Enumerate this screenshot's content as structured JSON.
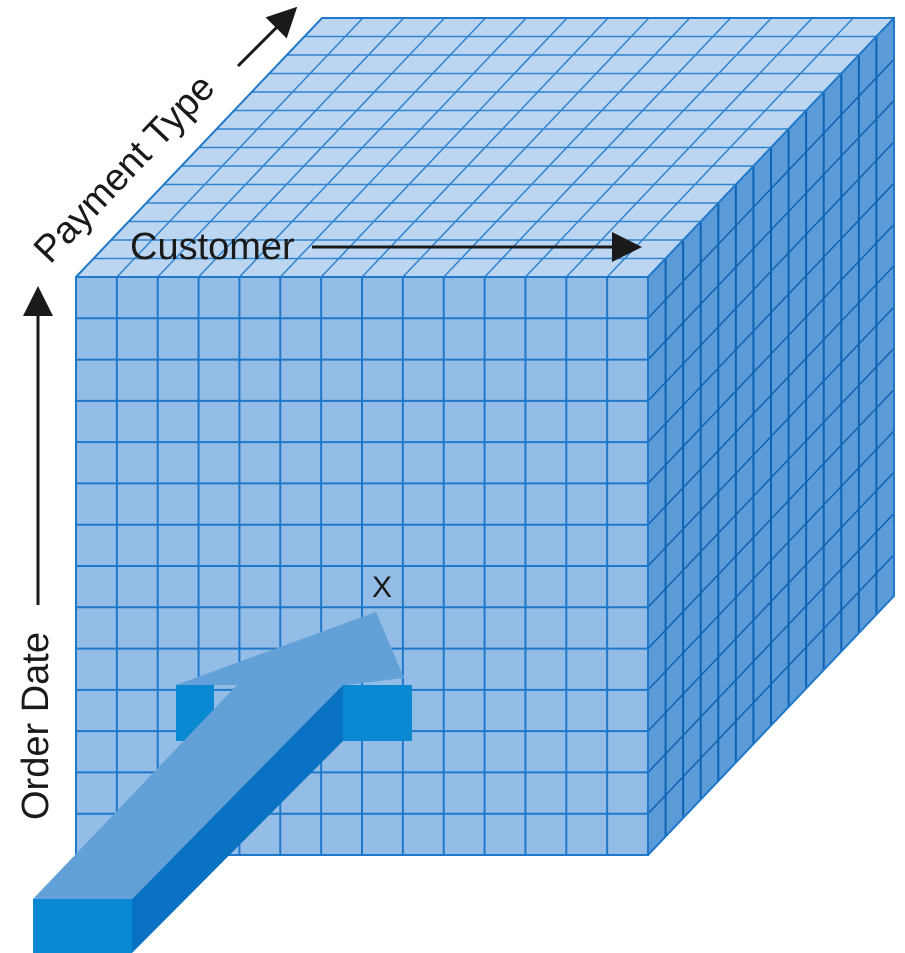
{
  "axes": {
    "payment_type": "Payment Type",
    "customer": "Customer",
    "order_date": "Order Date"
  },
  "marker": {
    "label": "X"
  },
  "colors": {
    "front_face": "#93bce6",
    "top_face": "#bcd6f1",
    "side_face": "#5b9bd8",
    "grid_front": "#1f78c9",
    "grid_top": "#2f83cf",
    "grid_side": "#0d63b3",
    "arrow_top": "#62a0d8",
    "arrow_side": "#0a72c2",
    "arrow_front": "#0a88d2",
    "text": "#1a1a1a"
  }
}
